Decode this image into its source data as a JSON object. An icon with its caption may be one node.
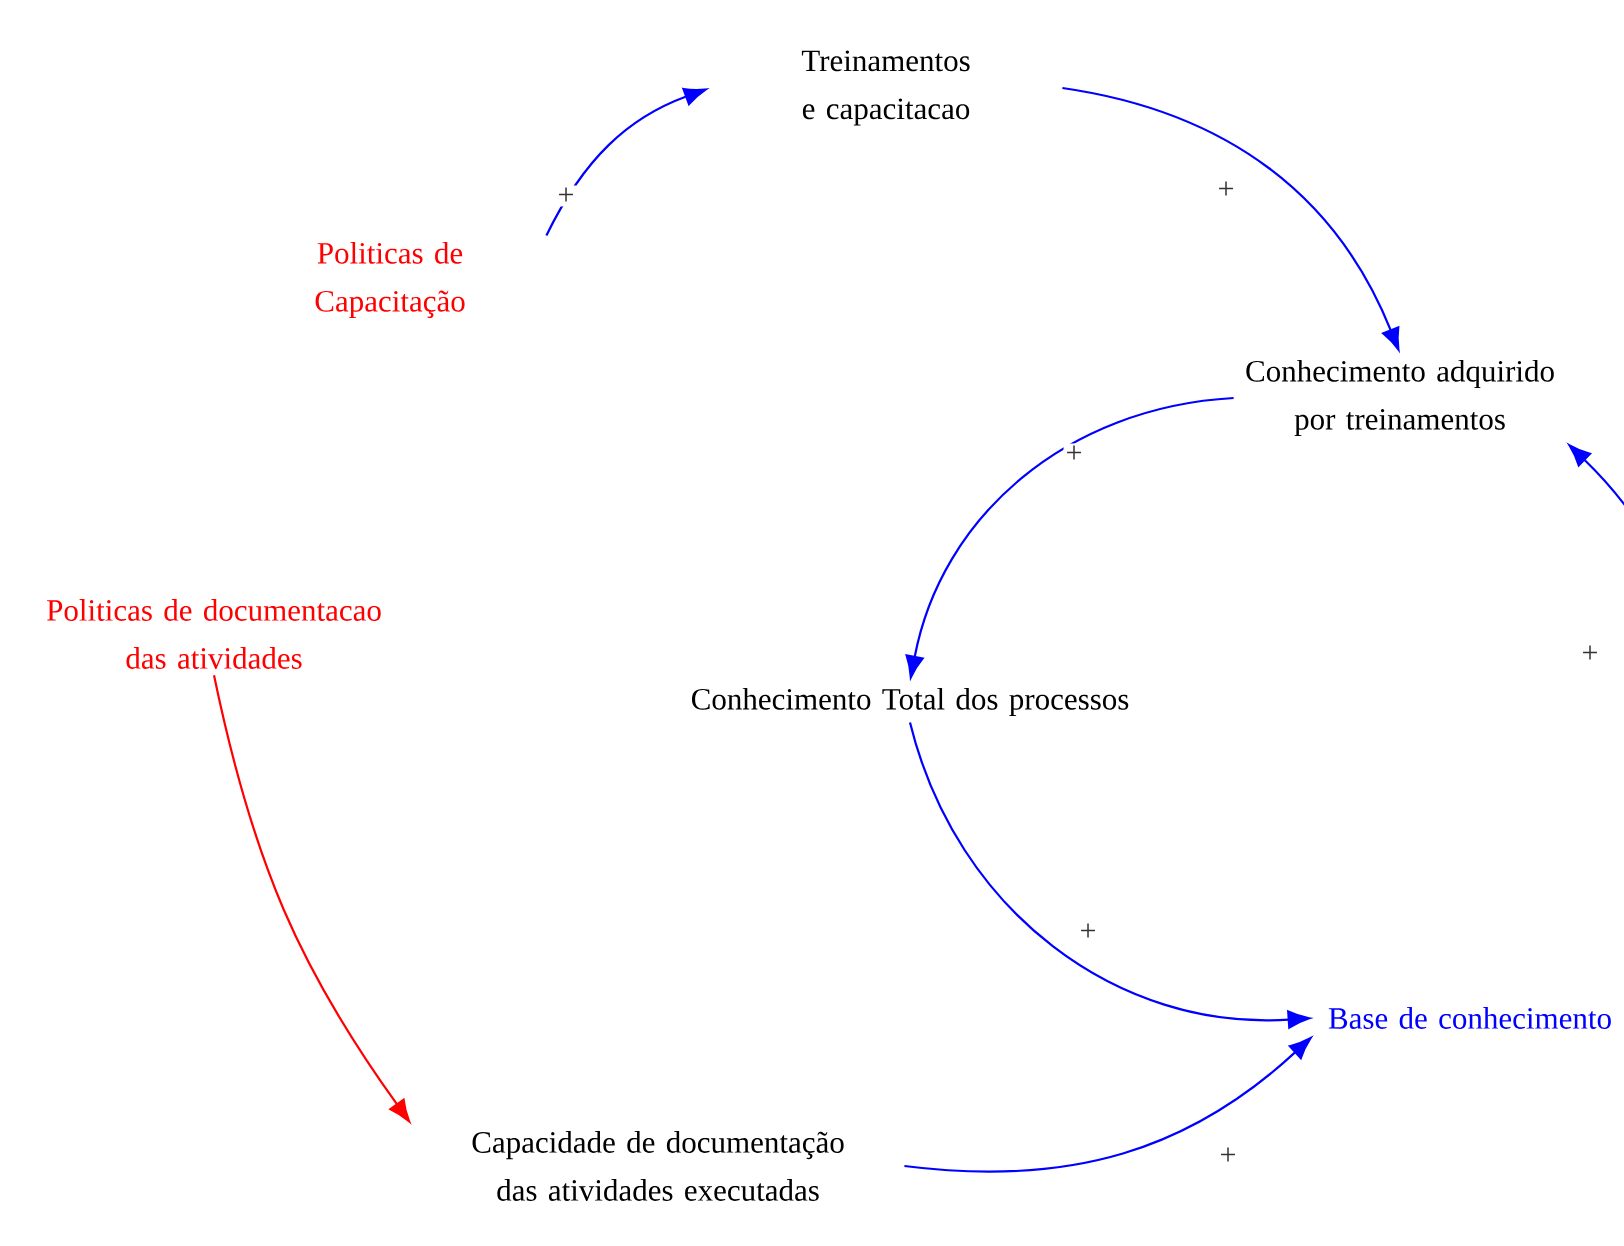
{
  "diagram": {
    "nodes": [
      {
        "text": [
          "Treinamentos e capacitacao"
        ]
      },
      {
        "text": [
          "Politicas de Capacitação"
        ]
      },
      {
        "text": [
          "Conhecimento adquirido por treinamentos"
        ]
      },
      {
        "text": [
          "Politicas de documentacao das atividades"
        ]
      },
      {
        "text": [
          "Conhecimento Total dos processos"
        ]
      },
      {
        "text": [
          "Base de conhecimento"
        ]
      },
      {
        "text": [
          "Capacidade de documentação das atividades executadas"
        ]
      }
    ],
    "edges": [
      {
        "from": 1,
        "to": 0,
        "arrow": "to",
        "label": "+"
      },
      {
        "from": 0,
        "to": 2,
        "arrow": "to",
        "label": "+"
      },
      {
        "from": 2,
        "to": 4,
        "arrow": "to",
        "label": "+"
      },
      {
        "from": 5,
        "to": 2,
        "arrow": "to",
        "label": "+"
      },
      {
        "from": 4,
        "to": 5,
        "arrow": "to",
        "label": "+"
      },
      {
        "from": 3,
        "to": 6,
        "arrow": "to",
        "color": "#ff0000"
      },
      {
        "from": 6,
        "to": 5,
        "arrow": "to",
        "label": "+"
      }
    ]
  }
}
